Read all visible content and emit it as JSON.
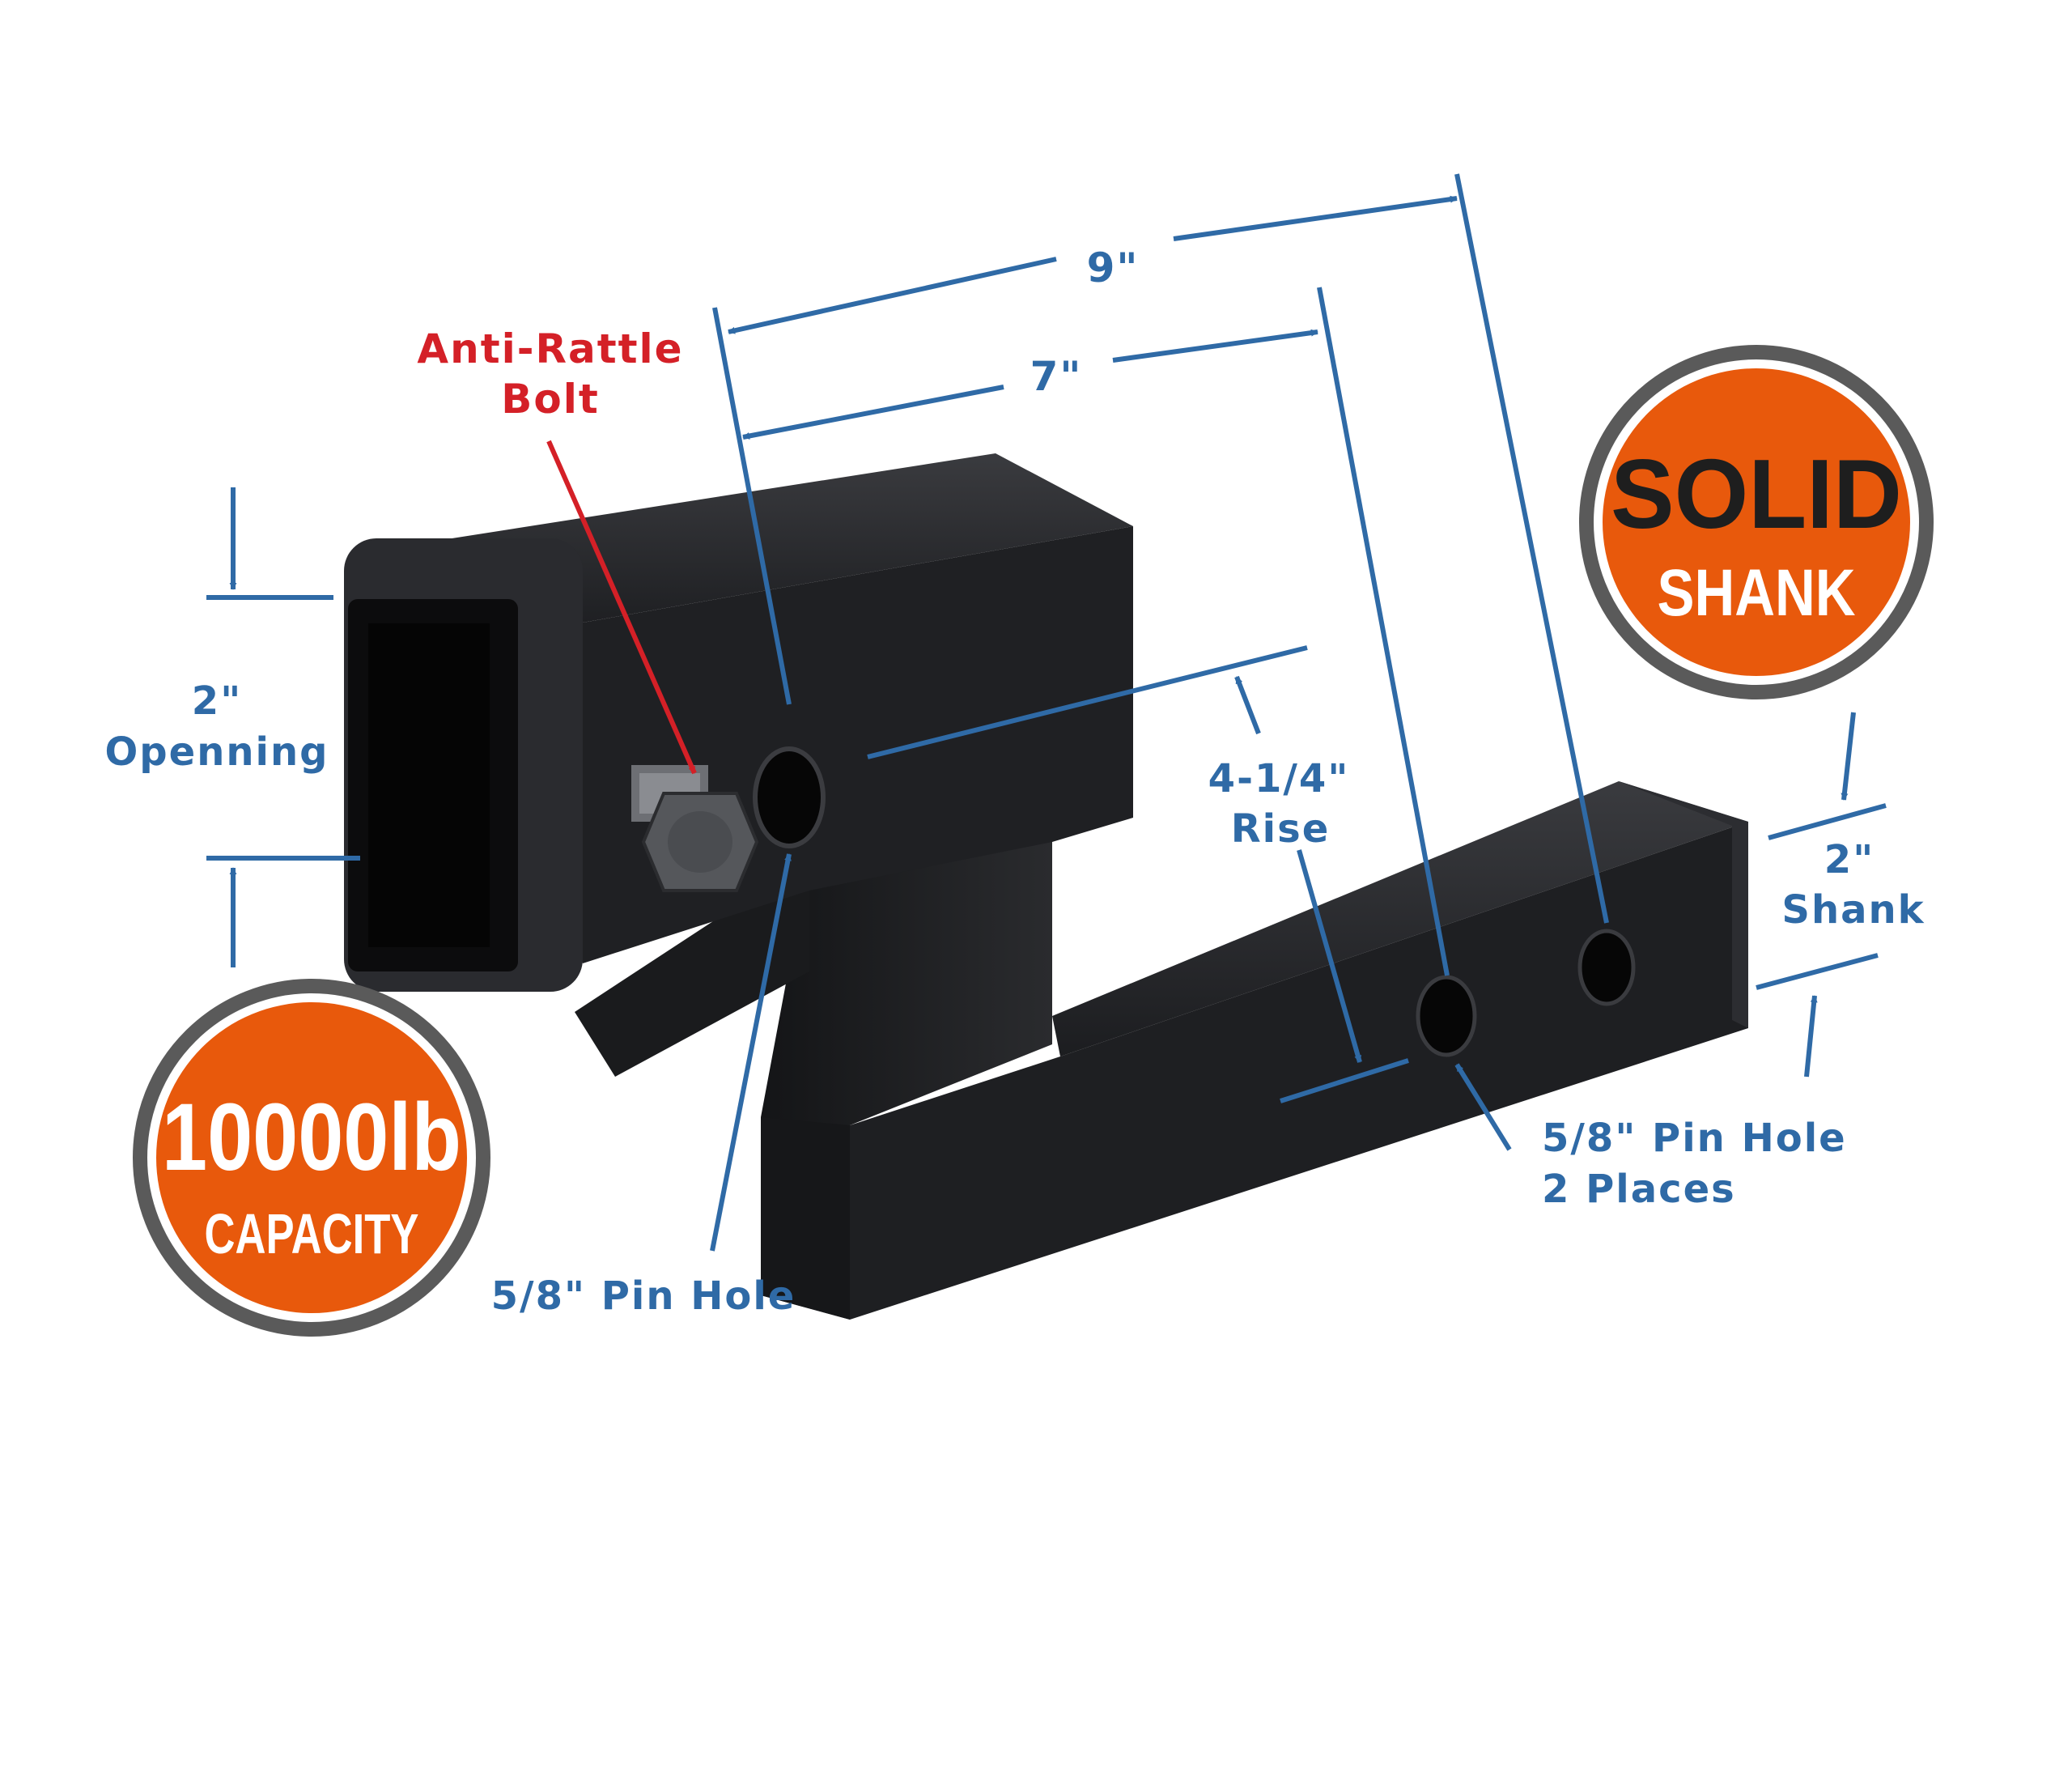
{
  "colors": {
    "dimension_blue": "#2f6aa6",
    "callout_red": "#d42027",
    "badge_orange": "#e8590c",
    "badge_ring": "#5a5a5a",
    "metal": "#1b1c1e"
  },
  "badges": {
    "solid_shank": {
      "line1": "SOLID",
      "line2": "SHANK"
    },
    "capacity": {
      "line1": "10000lb",
      "line2": "CAPACITY"
    }
  },
  "callouts": {
    "anti_rattle": {
      "line1": "Anti-Rattle",
      "line2": "Bolt"
    }
  },
  "dimensions": {
    "overall_length": "9\"",
    "pin_to_pin": "7\"",
    "opening": {
      "value": "2\"",
      "label": "Openning"
    },
    "rise": {
      "value": "4-1/4\"",
      "label": "Rise"
    },
    "shank": {
      "value": "2\"",
      "label": "Shank"
    },
    "pin_hole_receiver": "5/8\" Pin Hole",
    "pin_hole_shank": {
      "line1": "5/8\" Pin Hole",
      "line2": "2 Places"
    }
  }
}
